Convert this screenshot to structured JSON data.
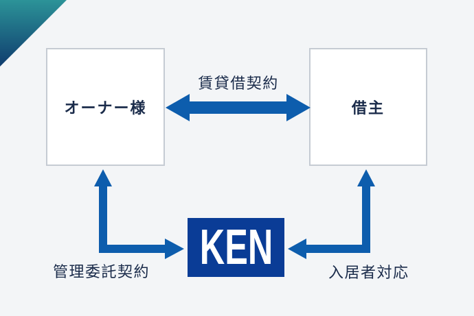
{
  "diagram": {
    "nodes": {
      "owner": {
        "label": "オーナー様"
      },
      "tenant": {
        "label": "借主"
      },
      "company": {
        "label": "KEN"
      }
    },
    "edges": {
      "lease": {
        "label": "賃貸借契約",
        "from": "owner",
        "to": "tenant",
        "direction": "both"
      },
      "management": {
        "label": "管理委託契約",
        "from": "company",
        "to": "owner",
        "direction": "both"
      },
      "residents": {
        "label": "入居者対応",
        "from": "tenant",
        "to": "company",
        "direction": "both"
      }
    },
    "colors": {
      "background": "#f3f5f7",
      "arrow": "#0d5dad",
      "logo_bg": "#0a3c96",
      "text": "#1a2b4a",
      "box_bg": "#ffffff",
      "box_border": "#c5cbd3",
      "corner_gradient_start": "#2c9398",
      "corner_gradient_end": "#0f3c6e"
    }
  }
}
